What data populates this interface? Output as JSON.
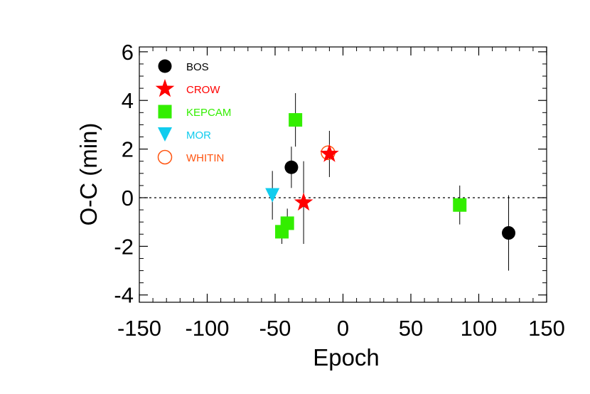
{
  "chart_data": {
    "type": "scatter",
    "title": "",
    "xlabel": "Epoch",
    "ylabel": "O-C (min)",
    "xlim": [
      -150,
      150
    ],
    "ylim": [
      -4.3,
      6.2
    ],
    "x_ticks": [
      -150,
      -100,
      -50,
      0,
      50,
      100,
      150
    ],
    "x_tick_labels": [
      "-150",
      "-100",
      "-50",
      "0",
      "50",
      "100",
      "150"
    ],
    "y_ticks": [
      -4,
      -2,
      0,
      2,
      4,
      6
    ],
    "y_tick_labels": [
      "-4",
      "-2",
      "0",
      "2",
      "4",
      "6"
    ],
    "grid": false,
    "zero_line": true,
    "legend_position": "top-left",
    "series": [
      {
        "name": "BOS",
        "marker": "circle",
        "color": "#000000",
        "points": [
          {
            "x": -38,
            "y": 1.25,
            "err": 0.85
          },
          {
            "x": 122,
            "y": -1.45,
            "err": 1.55
          }
        ]
      },
      {
        "name": "CROW",
        "marker": "star",
        "color": "#ff0000",
        "points": [
          {
            "x": -29,
            "y": -0.2,
            "err": 1.7
          },
          {
            "x": -10,
            "y": 1.8,
            "err": 0.95
          }
        ]
      },
      {
        "name": "KEPCAM",
        "marker": "square",
        "color": "#33ee00",
        "points": [
          {
            "x": -35,
            "y": 3.2,
            "err": 1.1
          },
          {
            "x": -41,
            "y": -1.05,
            "err": 0.6
          },
          {
            "x": -45,
            "y": -1.4,
            "err": 0.5
          },
          {
            "x": 86,
            "y": -0.3,
            "err": 0.8
          }
        ]
      },
      {
        "name": "MOR",
        "marker": "triangle-down",
        "color": "#11ccee",
        "points": [
          {
            "x": -52,
            "y": 0.1,
            "err": 1.0
          }
        ]
      },
      {
        "name": "WHITIN",
        "marker": "open-circle",
        "color": "#ff5511",
        "points": [
          {
            "x": -11,
            "y": 1.85,
            "err": 0.0
          }
        ]
      }
    ]
  }
}
